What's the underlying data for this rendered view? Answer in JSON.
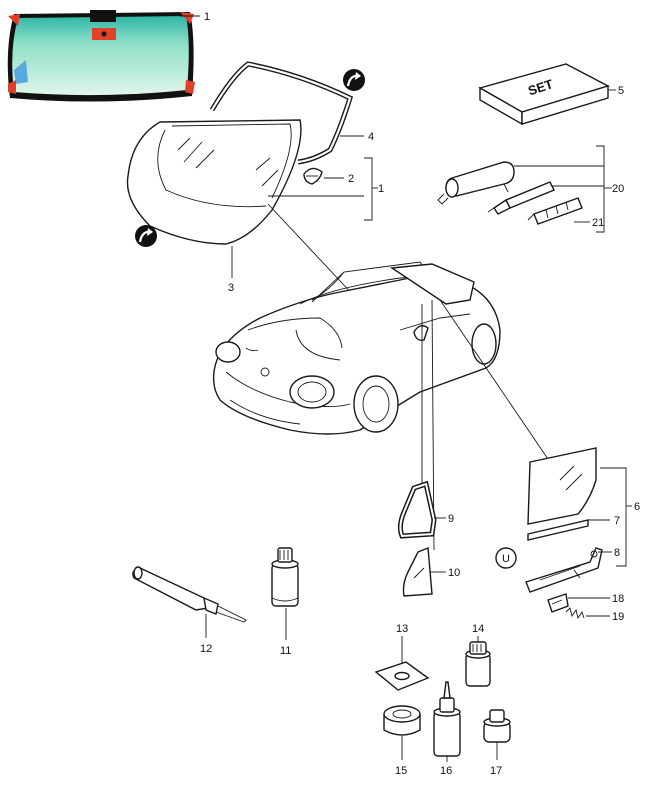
{
  "callouts": {
    "c1": "1",
    "c1b": "1",
    "c2": "2",
    "c3": "3",
    "c4": "4",
    "c5": "5",
    "c6": "6",
    "c7": "7",
    "c8": "8",
    "c9": "9",
    "c10": "10",
    "c11": "11",
    "c12": "12",
    "c13": "13",
    "c14": "14",
    "c15": "15",
    "c16": "16",
    "c17": "17",
    "c18": "18",
    "c19": "19",
    "c20": "20",
    "c21": "21"
  },
  "set_box_label": "SET",
  "u_marker": "U",
  "colors": {
    "windshield_tint": "#8fe0c8",
    "windshield_top": "#3fbfb0",
    "corner_marker": "#e0402a",
    "sticker_blue": "#5aa8e0"
  }
}
